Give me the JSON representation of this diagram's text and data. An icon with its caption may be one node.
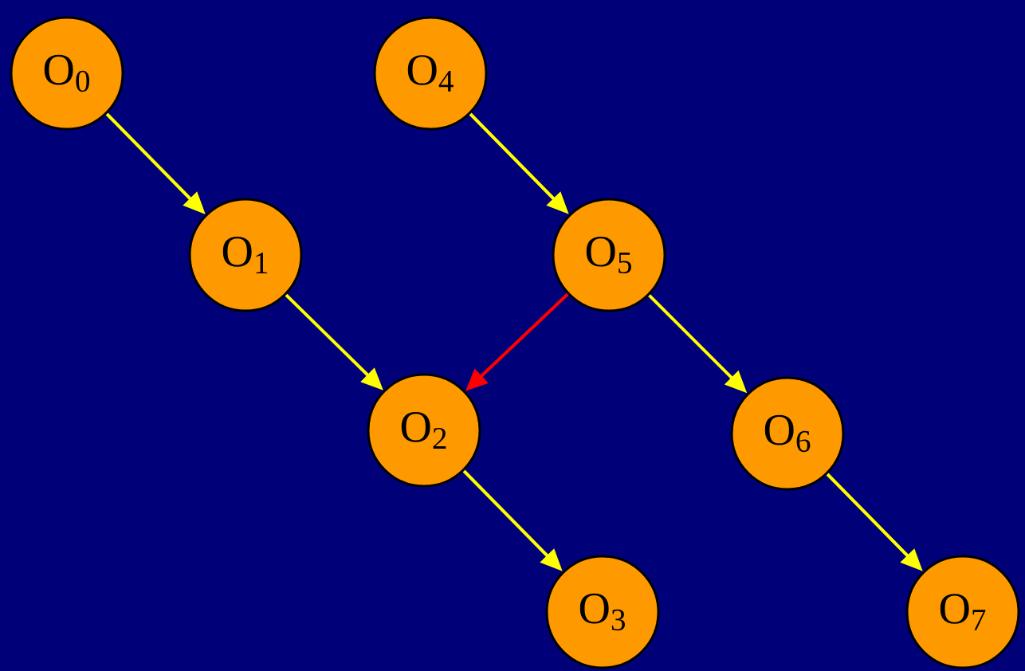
{
  "diagram": {
    "nodes": [
      {
        "text": [
          "O$_{0}$"
        ]
      },
      {
        "text": [
          "O$_{1}$"
        ]
      },
      {
        "text": [
          "O$_{2}$"
        ]
      },
      {
        "text": [
          "O$_{3}$"
        ]
      },
      {
        "text": [
          "O$_{4}$"
        ]
      },
      {
        "text": [
          "O$_{5}$"
        ]
      },
      {
        "text": [
          "O$_{6}$"
        ]
      },
      {
        "text": [
          "O$_{7}$"
        ]
      }
    ],
    "edges": [
      {
        "from": 0,
        "to": 1,
        "arrow": "to"
      },
      {
        "from": 1,
        "to": 2,
        "arrow": "to"
      },
      {
        "from": 2,
        "to": 3,
        "arrow": "to"
      },
      {
        "from": 4,
        "to": 5,
        "arrow": "to"
      },
      {
        "from": 5,
        "to": 6,
        "arrow": "to"
      },
      {
        "from": 6,
        "to": 7,
        "arrow": "to"
      },
      {
        "from": 5,
        "to": 2,
        "arrow": "to",
        "color": "#ff0000"
      }
    ]
  }
}
